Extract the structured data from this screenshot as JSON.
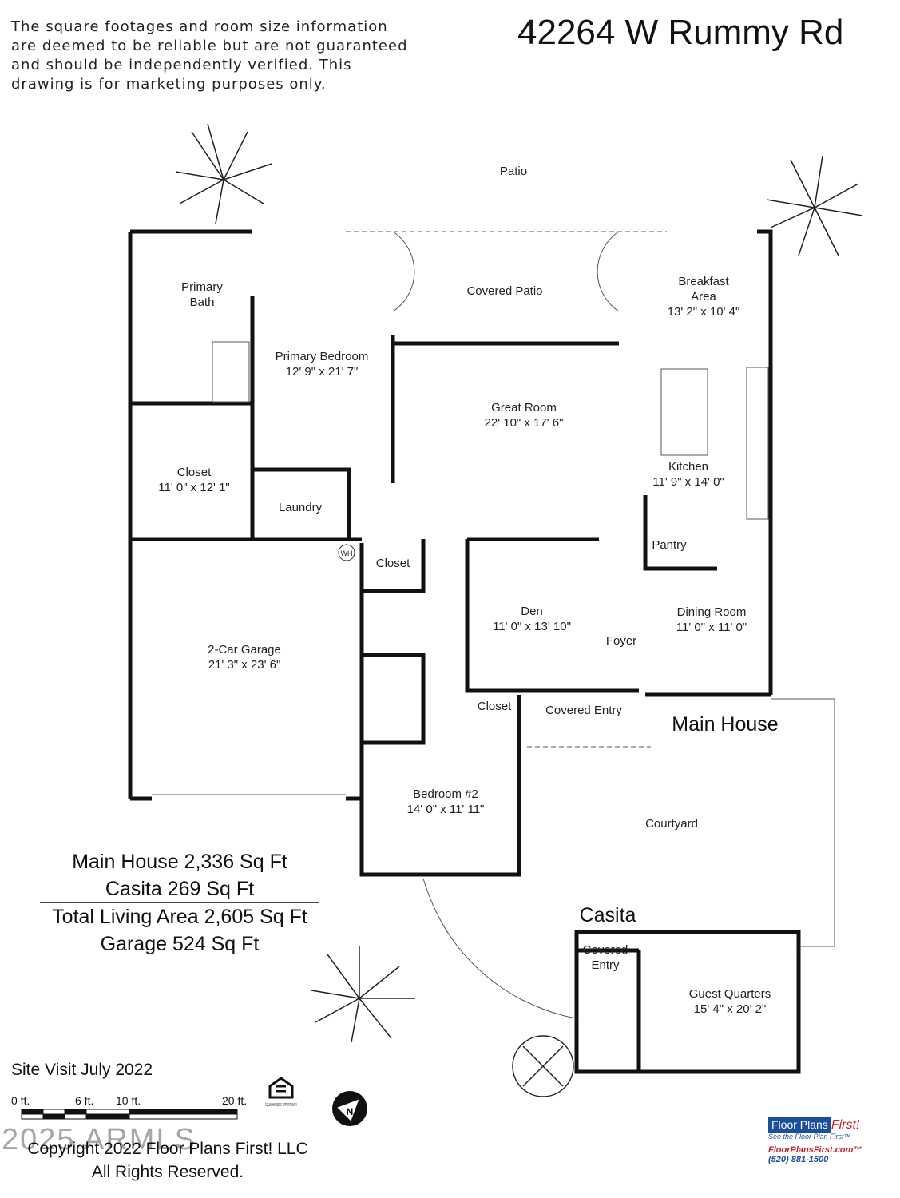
{
  "disclaimer": [
    "The square footages and room size information",
    "are deemed to be reliable but are not guaranteed",
    "and should be independently verified. This",
    "drawing is for marketing purposes only."
  ],
  "address": "42264 W Rummy Rd",
  "rooms": {
    "patio": "Patio",
    "covered_patio": "Covered Patio",
    "breakfast": {
      "name1": "Breakfast",
      "name2": "Area",
      "size": "13' 2\" x 10' 4\""
    },
    "primary_bath": {
      "name1": "Primary",
      "name2": "Bath"
    },
    "primary_bedroom": {
      "name": "Primary Bedroom",
      "size": "12' 9\" x 21' 7\""
    },
    "great_room": {
      "name": "Great Room",
      "size": "22' 10\" x 17' 6\""
    },
    "kitchen": {
      "name": "Kitchen",
      "size": "11' 9\" x 14' 0\""
    },
    "closet_primary": {
      "name": "Closet",
      "size": "11' 0\" x 12' 1\""
    },
    "laundry": "Laundry",
    "wh": "WH",
    "closet_hall": "Closet",
    "pantry": "Pantry",
    "den": {
      "name": "Den",
      "size": "11' 0\" x 13' 10\""
    },
    "dining": {
      "name": "Dining Room",
      "size": "11' 0\" x 11' 0\""
    },
    "foyer": "Foyer",
    "garage": {
      "name": "2-Car Garage",
      "size": "21' 3\" x 23' 6\""
    },
    "closet_entry": "Closet",
    "covered_entry": "Covered Entry",
    "main_house": "Main House",
    "bedroom2": {
      "name": "Bedroom #2",
      "size": "14' 0\" x 11' 11\""
    },
    "courtyard": "Courtyard",
    "casita": "Casita",
    "casita_entry": {
      "name1": "Covered",
      "name2": "Entry"
    },
    "guest_quarters": {
      "name": "Guest Quarters",
      "size": "15' 4\" x 20' 2\""
    }
  },
  "areas": [
    "Main House 2,336 Sq Ft",
    "Casita 269 Sq Ft",
    "Total Living Area 2,605 Sq Ft",
    "Garage 524 Sq Ft"
  ],
  "site_visit": "Site Visit July 2022",
  "scale": [
    "0 ft.",
    "6 ft.",
    "10 ft.",
    "20 ft."
  ],
  "equal_housing": "EQUAL HOUSING OPPORTUNITY",
  "compass": "N",
  "copyright": [
    "Copyright 2022 Floor Plans First! LLC",
    "All Rights Reserved."
  ],
  "watermark": "2025 ARMLS",
  "logo": {
    "name1": "Floor Plans",
    "name2": "First!",
    "tagline": "See the Floor Plan First™",
    "url": "FloorPlansFirst.com™",
    "phone": "(520) 881-1500"
  },
  "colors": {
    "wall": "#111111",
    "logo_blue": "#1d4e9c",
    "logo_red": "#c8202b"
  }
}
